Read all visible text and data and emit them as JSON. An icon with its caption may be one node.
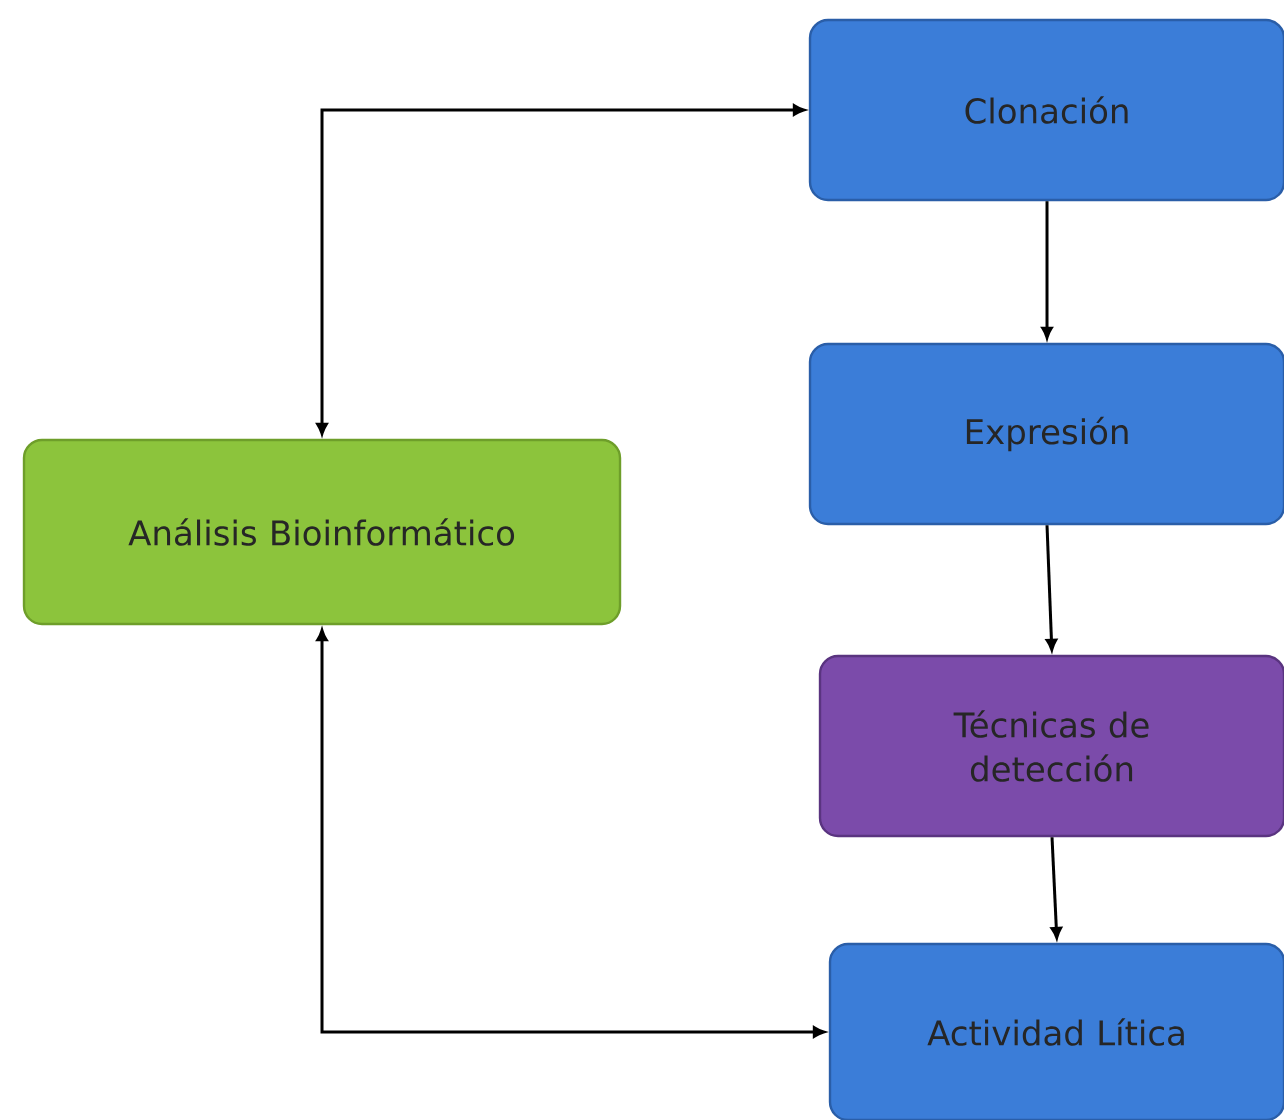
{
  "diagram": {
    "nodes": [
      {
        "text": [
          "Análisis Bioinformático"
        ]
      },
      {
        "text": [
          "Clonación"
        ]
      },
      {
        "text": [
          "Expresión"
        ]
      },
      {
        "text": [
          "Técnicas de detección"
        ]
      },
      {
        "text": [
          "Actividad Lítica"
        ]
      }
    ],
    "edges": [
      {
        "from": 0,
        "to": 1,
        "arrow": "both"
      },
      {
        "from": 1,
        "to": 2,
        "arrow": "to"
      },
      {
        "from": 2,
        "to": 3,
        "arrow": "to"
      },
      {
        "from": 3,
        "to": 4,
        "arrow": "to"
      },
      {
        "from": 0,
        "to": 4,
        "arrow": "both"
      }
    ]
  }
}
